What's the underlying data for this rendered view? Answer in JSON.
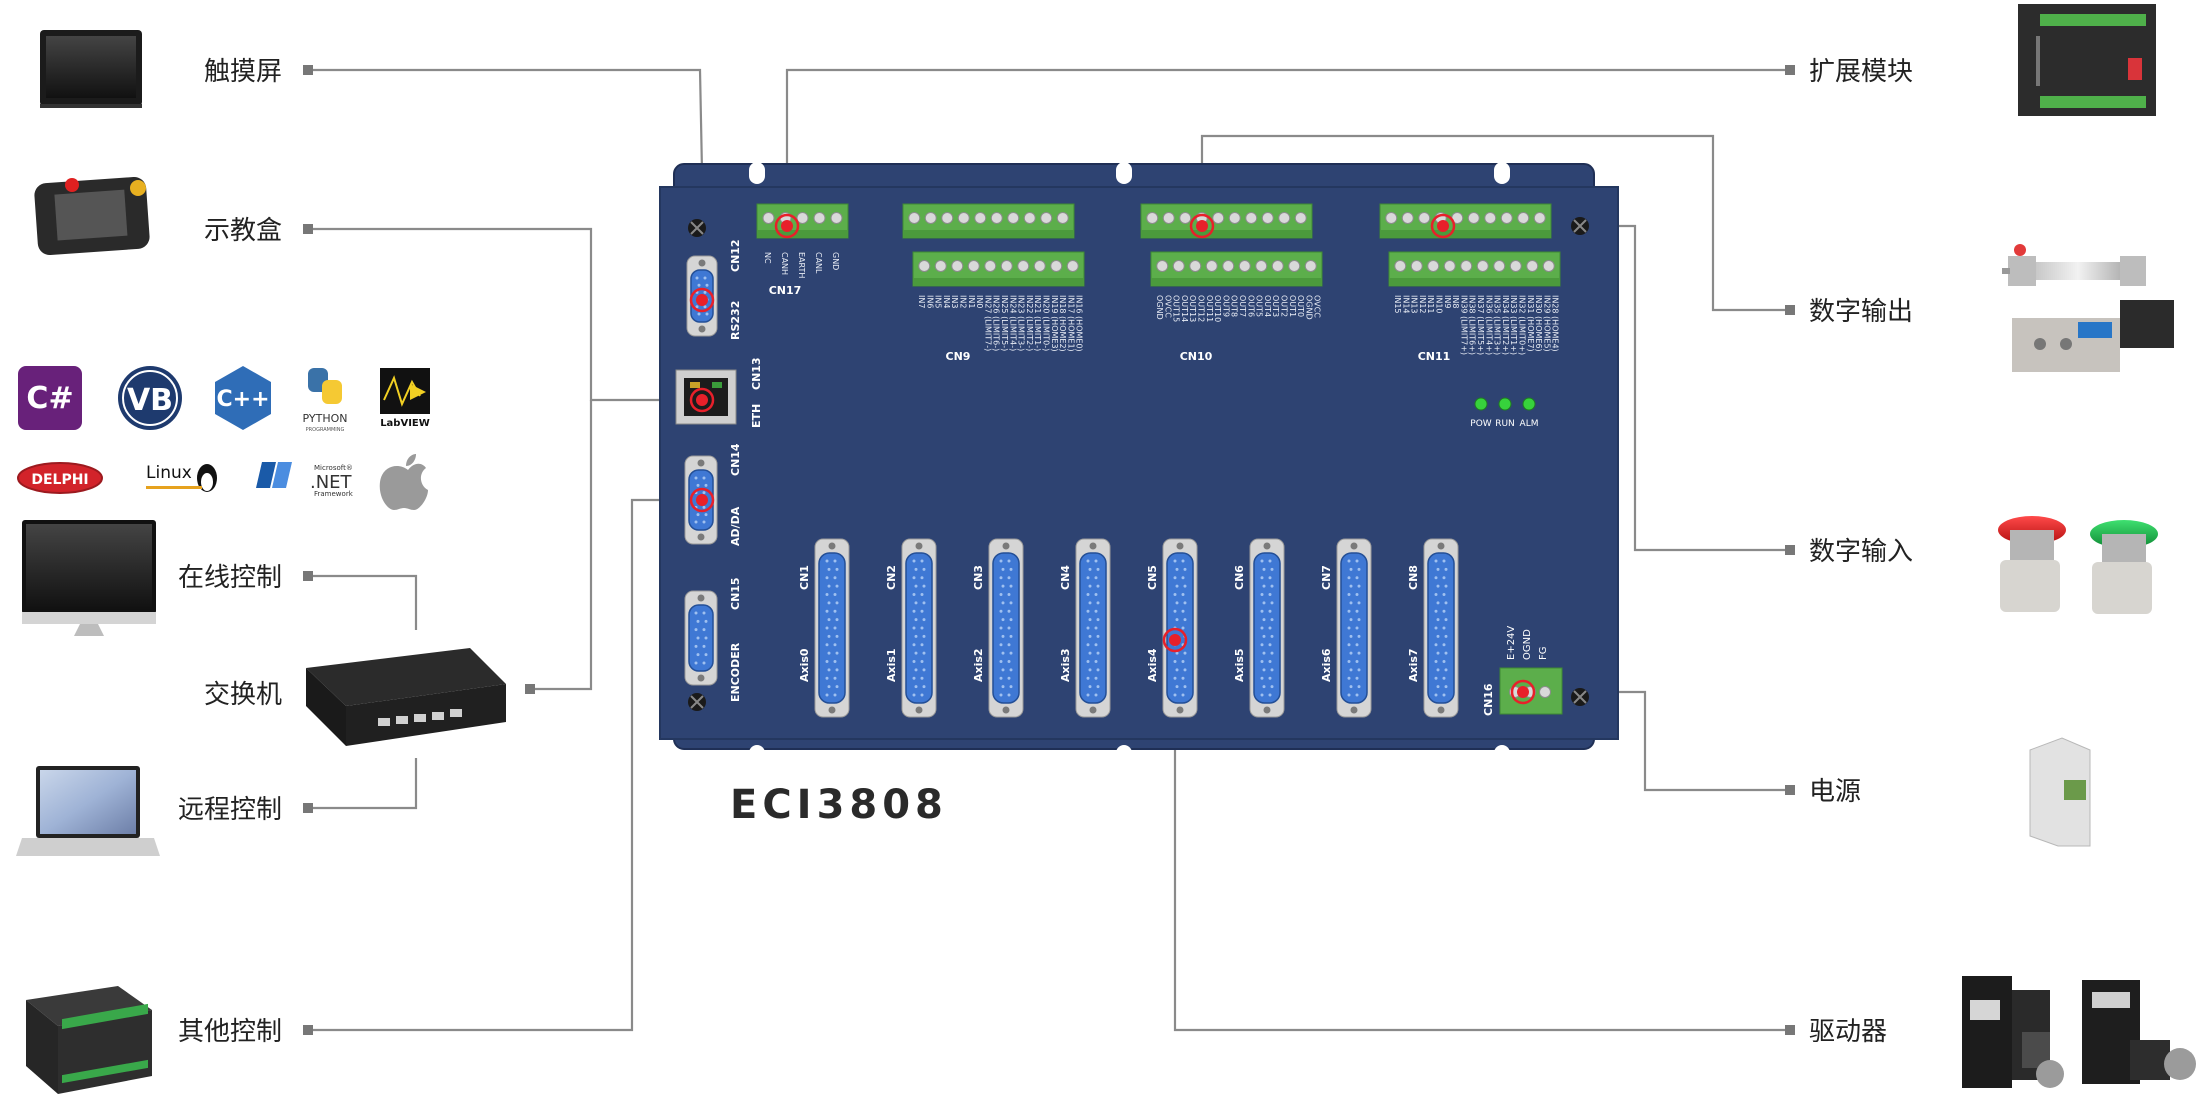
{
  "model": "ECI3808",
  "left_labels": {
    "touch_screen": "触摸屏",
    "teach_pendant": "示教盒",
    "online_control": "在线控制",
    "switch": "交换机",
    "remote_control": "远程控制",
    "other_control": "其他控制"
  },
  "right_labels": {
    "expansion_module": "扩展模块",
    "digital_output": "数字输出",
    "digital_input": "数字输入",
    "power": "电源",
    "driver": "驱动器"
  },
  "logos": {
    "csharp": "C#",
    "vb": "VB",
    "cpp": "C++",
    "python": "PYTHON",
    "python_sub": "PROGRAMMING",
    "labview": "LabVIEW",
    "delphi": "DELPHI",
    "linux": "Linux",
    "dotnet": ".NET",
    "dotnet_top": "Microsoft®",
    "dotnet_sub": "Framework"
  },
  "board": {
    "left_ports": [
      {
        "name": "CN12",
        "sub": "RS232"
      },
      {
        "name": "CN13",
        "sub": "ETH"
      },
      {
        "name": "CN14",
        "sub": "AD/DA"
      },
      {
        "name": "CN15",
        "sub": "ENCODER"
      }
    ],
    "cn17": {
      "name": "CN17",
      "pins": [
        "NC",
        "CANH",
        "EARTH",
        "CANL",
        "GND"
      ]
    },
    "cn9": {
      "name": "CN9",
      "pins": [
        "IN7",
        "IN6",
        "IN5",
        "IN4",
        "IN3",
        "IN2",
        "IN1",
        "IN0",
        "IN27 (LIMIT7-)",
        "IN26 (LIMIT6-)",
        "IN25 (LIMIT5-)",
        "IN24 (LIMIT4-)",
        "IN23 (LIMIT3-)",
        "IN22 (LIMIT2-)",
        "IN21 (LIMIT1-)",
        "IN20 (LIMIT0-)",
        "IN19 (HOME3)",
        "IN18 (HOME2)",
        "IN17 (HOME1)",
        "IN16 (HOME0)"
      ]
    },
    "cn10": {
      "name": "CN10",
      "pins": [
        "OGND",
        "OVCC",
        "OUT15",
        "OUT14",
        "OUT13",
        "OUT12",
        "OUT11",
        "OUT10",
        "OUT9",
        "OUT8",
        "OUT7",
        "OUT6",
        "OUT5",
        "OUT4",
        "OUT3",
        "OUT2",
        "OUT1",
        "OUT0",
        "OGND",
        "OVCC"
      ]
    },
    "cn11": {
      "name": "CN11",
      "pins": [
        "IN15",
        "IN14",
        "IN13",
        "IN12",
        "IN11",
        "IN10",
        "IN9",
        "IN8",
        "IN39 (LIMIT7+)",
        "IN38 (LIMIT6+)",
        "IN37 (LIMIT5+)",
        "IN36 (LIMIT4+)",
        "IN35 (LIMIT3+)",
        "IN34 (LIMIT2+)",
        "IN33 (LIMIT1+)",
        "IN32 (LIMIT0+)",
        "IN31 (HOME7)",
        "IN30 (HOME6)",
        "IN29 (HOME5)",
        "IN28 (HOME4)"
      ]
    },
    "leds": [
      "POW",
      "RUN",
      "ALM"
    ],
    "axes": [
      {
        "cn": "CN1",
        "axis": "Axis0"
      },
      {
        "cn": "CN2",
        "axis": "Axis1"
      },
      {
        "cn": "CN3",
        "axis": "Axis2"
      },
      {
        "cn": "CN4",
        "axis": "Axis3"
      },
      {
        "cn": "CN5",
        "axis": "Axis4"
      },
      {
        "cn": "CN6",
        "axis": "Axis5"
      },
      {
        "cn": "CN7",
        "axis": "Axis6"
      },
      {
        "cn": "CN8",
        "axis": "Axis7"
      }
    ],
    "cn16": {
      "name": "CN16",
      "pins": [
        "E+24V",
        "OGND",
        "FG"
      ]
    }
  },
  "colors": {
    "board": "#2e4372",
    "board_border": "#24375f",
    "terminal_green": "#5cae4b",
    "dsub_blue": "#3f78d4",
    "marker_red": "#e8202a",
    "line_gray": "#7a7a7a",
    "led_green": "#37d23c"
  }
}
